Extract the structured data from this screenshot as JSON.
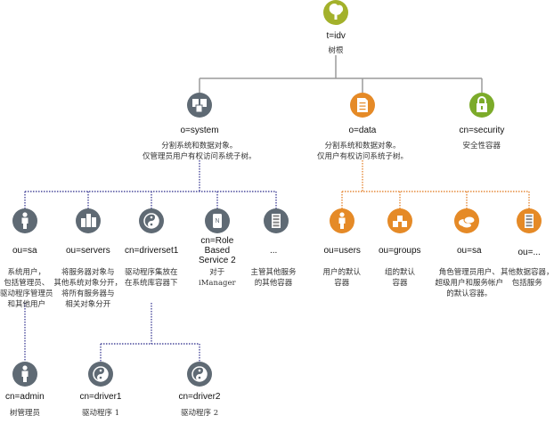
{
  "colors": {
    "root": "#a3b12b",
    "system": "#5f6a74",
    "data": "#e58a27",
    "security": "#7cab2a",
    "line_gray": "#9a9a9a",
    "line_blue": "#4a4a9c",
    "line_orange": "#e58a3a"
  },
  "nodes": [
    {
      "id": "root",
      "label": "t=idv",
      "desc": "树根",
      "icon": "tree-icon",
      "color": "root"
    },
    {
      "id": "system",
      "label": "o=system",
      "desc": "分割系统和数据对象。\n仅管理员用户有权访问系统子树。",
      "icon": "computers-icon",
      "color": "system"
    },
    {
      "id": "data",
      "label": "o=data",
      "desc": "分割系统和数据对象。\n仅用户有权访问系统子树。",
      "icon": "document-icon",
      "color": "data"
    },
    {
      "id": "security",
      "label": "cn=security",
      "desc": "安全性容器",
      "icon": "lock-icon",
      "color": "security"
    },
    {
      "id": "sys-sa",
      "label": "ou=sa",
      "desc": "系统用户，\n包括管理员、\n驱动程序管理员\n和其他用户",
      "icon": "user-icon",
      "color": "system"
    },
    {
      "id": "sys-servers",
      "label": "ou=servers",
      "desc": "将服务器对象与\n其他系统对象分开，\n将所有服务器与\n相关对象分开",
      "icon": "servers-icon",
      "color": "system"
    },
    {
      "id": "sys-driverset",
      "label": "cn=driverset1",
      "desc": "驱动程序集放在\n在系统库容器下",
      "icon": "yinyang-icon",
      "color": "system"
    },
    {
      "id": "sys-rbs",
      "label": "cn=Role\nBased\nService 2",
      "desc": "对于\niManager",
      "icon": "phone-icon",
      "color": "system"
    },
    {
      "id": "sys-other",
      "label": "...",
      "desc": "主管其他服务\n的其他容器",
      "icon": "cabinet-icon",
      "color": "system"
    },
    {
      "id": "data-users",
      "label": "ou=users",
      "desc": "用户的默认\n容器",
      "icon": "user-icon",
      "color": "data"
    },
    {
      "id": "data-groups",
      "label": "ou=groups",
      "desc": "组的默认\n容器",
      "icon": "group-icon",
      "color": "data"
    },
    {
      "id": "data-sa",
      "label": "ou=sa",
      "desc": "角色管理员用户、\n超级用户和服务帐户\n的默认容器。",
      "icon": "people-icon",
      "color": "data"
    },
    {
      "id": "data-other",
      "label": "ou=...",
      "desc": "其他数据容器，\n包括服务",
      "icon": "cabinet-icon",
      "color": "data"
    },
    {
      "id": "admin",
      "label": "cn=admin",
      "desc": "树管理员",
      "icon": "user-icon",
      "color": "system"
    },
    {
      "id": "driver1",
      "label": "cn=driver1",
      "desc": "驱动程序 1",
      "icon": "yinyang-icon",
      "color": "system"
    },
    {
      "id": "driver2",
      "label": "cn=driver2",
      "desc": "驱动程序 2",
      "icon": "yinyang-icon",
      "color": "system"
    }
  ],
  "edges": [
    {
      "from": "root",
      "to": "system",
      "style": "gray"
    },
    {
      "from": "root",
      "to": "data",
      "style": "gray"
    },
    {
      "from": "root",
      "to": "security",
      "style": "gray"
    },
    {
      "from": "system",
      "to": "sys-sa",
      "style": "blue"
    },
    {
      "from": "system",
      "to": "sys-servers",
      "style": "blue"
    },
    {
      "from": "system",
      "to": "sys-driverset",
      "style": "blue"
    },
    {
      "from": "system",
      "to": "sys-rbs",
      "style": "blue"
    },
    {
      "from": "system",
      "to": "sys-other",
      "style": "blue"
    },
    {
      "from": "data",
      "to": "data-users",
      "style": "orange"
    },
    {
      "from": "data",
      "to": "data-groups",
      "style": "orange"
    },
    {
      "from": "data",
      "to": "data-sa",
      "style": "orange"
    },
    {
      "from": "data",
      "to": "data-other",
      "style": "orange"
    },
    {
      "from": "sys-sa",
      "to": "admin",
      "style": "blue"
    },
    {
      "from": "sys-driverset",
      "to": "driver1",
      "style": "blue"
    },
    {
      "from": "sys-driverset",
      "to": "driver2",
      "style": "blue"
    }
  ]
}
